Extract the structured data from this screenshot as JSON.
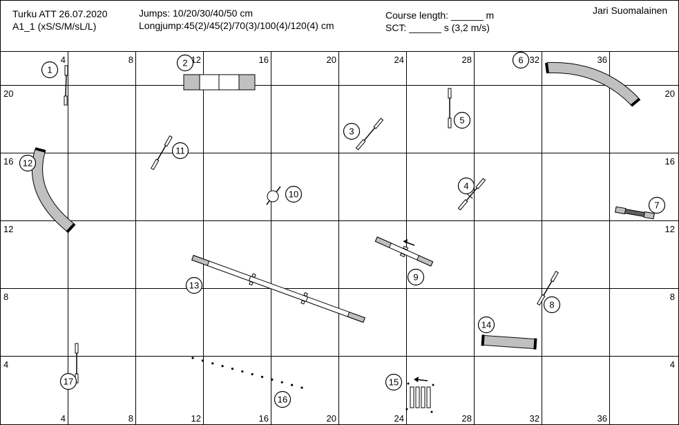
{
  "header": {
    "event": "Turku ATT 26.07.2020",
    "class": "A1_1 (xS/S/M/sL/L)",
    "jumps": "Jumps: 10/20/30/40/50 cm",
    "longjump": "Longjump:45(2)/45(2)/70(3)/100(4)/120(4) cm",
    "course_length": "Course length: ______ m",
    "sct": "SCT: ______ s (3,2 m/s)",
    "judge": "Jari Suomalainen"
  },
  "grid": {
    "top_labels": [
      "4",
      "8",
      "12",
      "16",
      "20",
      "24",
      "28",
      "32",
      "36"
    ],
    "bottom_labels": [
      "4",
      "8",
      "12",
      "16",
      "20",
      "24",
      "28",
      "32",
      "36"
    ],
    "left_labels": [
      "20",
      "16",
      "12",
      "8",
      "4"
    ],
    "right_labels": [
      "20",
      "16",
      "12",
      "8",
      "4"
    ]
  },
  "course_numbers": [
    "1",
    "2",
    "3",
    "4",
    "5",
    "6",
    "7",
    "8",
    "9",
    "10",
    "11",
    "12",
    "13",
    "14",
    "15",
    "16",
    "17"
  ],
  "colors": {
    "grid": "#000000",
    "equipment_fill": "#c0c0c0",
    "equipment_dark": "#606060"
  }
}
